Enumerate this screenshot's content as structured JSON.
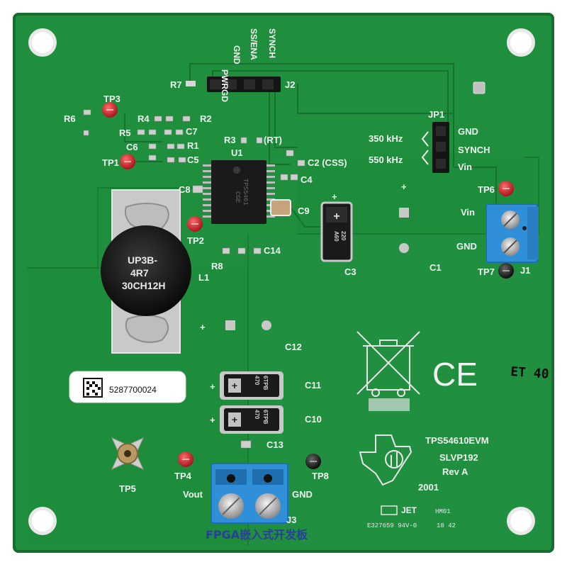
{
  "board": {
    "name": "TPS54610EVM",
    "part_number": "SLVP192",
    "revision": "Rev A",
    "year": "2001",
    "barcode_number": "5287700024",
    "ul_code": "E327659 94V-0",
    "date_code": "18 42",
    "maker_mark": "JET",
    "lot_mark": "HM01",
    "handwritten_mark": "ET 40",
    "watermark": "FPGA嵌入式开发板",
    "colors": {
      "pcb": "#1f8f3e",
      "pcb_edge": "#166d2e",
      "silkscreen": "#f2f2f2",
      "terminal_block": "#2f8fd8",
      "test_point_red": "#d2232a",
      "test_point_black": "#1a1a1a"
    }
  },
  "header_j2": {
    "pins": [
      "PWRGD",
      "GND",
      "SS/ENA",
      "SYNCH"
    ],
    "label": "J2"
  },
  "jumper_jp1": {
    "label": "JP1",
    "freq_350": "350 kHz",
    "freq_550": "550 kHz",
    "pin_gnd": "GND",
    "pin_synch": "SYNCH",
    "pin_vin": "Vin"
  },
  "chip_u1": {
    "label": "U1",
    "marking_line1": "TPS5461",
    "marking_line2": "CGE"
  },
  "inductor_l1": {
    "label": "L1",
    "line1": "UP3B-",
    "line2": "4R7",
    "line3": "30CH12H"
  },
  "cap_c3": {
    "label": "C3",
    "line1": "220",
    "line2": "A60"
  },
  "caps_out": {
    "c11_label": "C11",
    "c10_label": "C10",
    "value_line1": "470",
    "value_line2": "6TPB"
  },
  "component_labels": {
    "r7": "R7",
    "r6": "R6",
    "r4": "R4",
    "r2": "R2",
    "r5": "R5",
    "c7": "C7",
    "c6": "C6",
    "r1": "R1",
    "c5": "C5",
    "r3": "R3",
    "rt": "(RT)",
    "c2_css": "C2 (CSS)",
    "c4": "C4",
    "c8": "C8",
    "c9": "C9",
    "c14": "C14",
    "r8": "R8",
    "c1": "C1",
    "c12": "C12",
    "c13": "C13",
    "j1": "J1",
    "j3": "J3"
  },
  "test_points": {
    "tp1": "TP1",
    "tp2": "TP2",
    "tp3": "TP3",
    "tp4": "TP4",
    "tp5": "TP5",
    "tp6": "TP6",
    "tp7": "TP7",
    "tp8": "TP8"
  },
  "terminal_j1": {
    "vin": "Vin",
    "gnd": "GND"
  },
  "terminal_j3": {
    "vout": "Vout",
    "gnd": "GND"
  },
  "symbols": {
    "plus": "+",
    "ce_mark": "CE",
    "weee_icon": "crossed-out-bin-icon",
    "ti_logo": "ti-logo-icon"
  }
}
